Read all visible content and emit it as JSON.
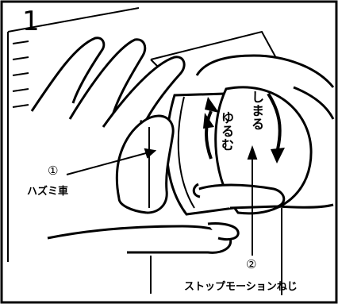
{
  "figure": {
    "step_number": "1",
    "tighten_label": "しまる",
    "loosen_label": "ゆるむ"
  },
  "callouts": [
    {
      "number": "①",
      "label": "ハズミ車"
    },
    {
      "number": "②",
      "label": "ストップモーションねじ"
    }
  ]
}
